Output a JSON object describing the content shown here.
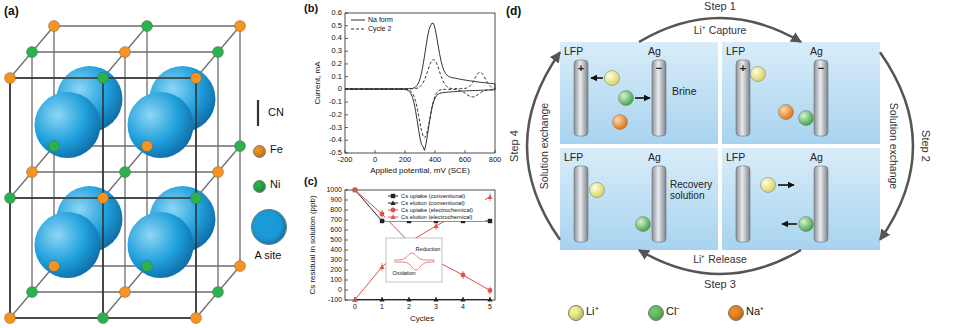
{
  "diagram": {
    "nodes": [
      {
        "text": [
          "LFP",
          "+",
          "Ag",
          "−",
          "Brine"
        ]
      },
      {
        "text": [
          "LFP",
          "+",
          "Ag",
          "−"
        ]
      },
      {
        "text": [
          "LFP",
          "Ag",
          "Recovery solution"
        ]
      },
      {
        "text": [
          "LFP",
          "Ag"
        ]
      }
    ],
    "edges": [
      {
        "from": 0,
        "to": 1,
        "arrow": "to",
        "label": "Step 1"
      },
      {
        "from": 1,
        "to": 3,
        "arrow": "to",
        "label": "Step 2"
      },
      {
        "from": 3,
        "to": 2,
        "arrow": "to",
        "label": "Step 3"
      },
      {
        "from": 2,
        "to": 0,
        "arrow": "to",
        "label": "Step 4"
      }
    ],
    "labels": [
      "(a)",
      "(b)",
      "0.6",
      "0.5",
      "0.4",
      "0.3",
      "0.2",
      "0.1",
      "0",
      "-0.1",
      "-0.2",
      "-0.3",
      "-0.4",
      "-0.5",
      "Current, mA",
      "-200",
      "0",
      "200",
      "400",
      "600",
      "800",
      "Applied potential, mV (SCE)",
      "(c)",
      "1000",
      "900",
      "800",
      "700",
      "600",
      "500",
      "400",
      "300",
      "200",
      "100",
      "0",
      "-100",
      "Cs residual in solution (ppb)",
      "0",
      "1",
      "2",
      "3",
      "4",
      "5",
      "Cycles",
      "Reduction",
      "Oxidation",
      "(d)",
      "Li⁺ Capture",
      "Solution exchange",
      "Li⁺ Release",
      "Solution exchange"
    ],
    "legend": [
      {
        "text": "CN"
      },
      {
        "text": "Fe",
        "color": "#f7931e"
      },
      {
        "text": "Ni",
        "color": "#2bb24c"
      },
      {
        "text": "A site",
        "color": "#1a9ad6"
      },
      {
        "text": "Na form"
      },
      {
        "text": "Cycle 2"
      },
      {
        "text": "Cs uptake (conventional)"
      },
      {
        "text": "Cs elution (conventional)"
      },
      {
        "text": "Cs uptake (electrochemical)"
      },
      {
        "text": "Cs elution (electrochemical)"
      },
      {
        "text": "Li⁺",
        "color": "#f3ef8a"
      },
      {
        "text": "Cl⁻",
        "color": "#6cc46a"
      },
      {
        "text": "Na⁺",
        "color": "#f08a24"
      }
    ]
  }
}
